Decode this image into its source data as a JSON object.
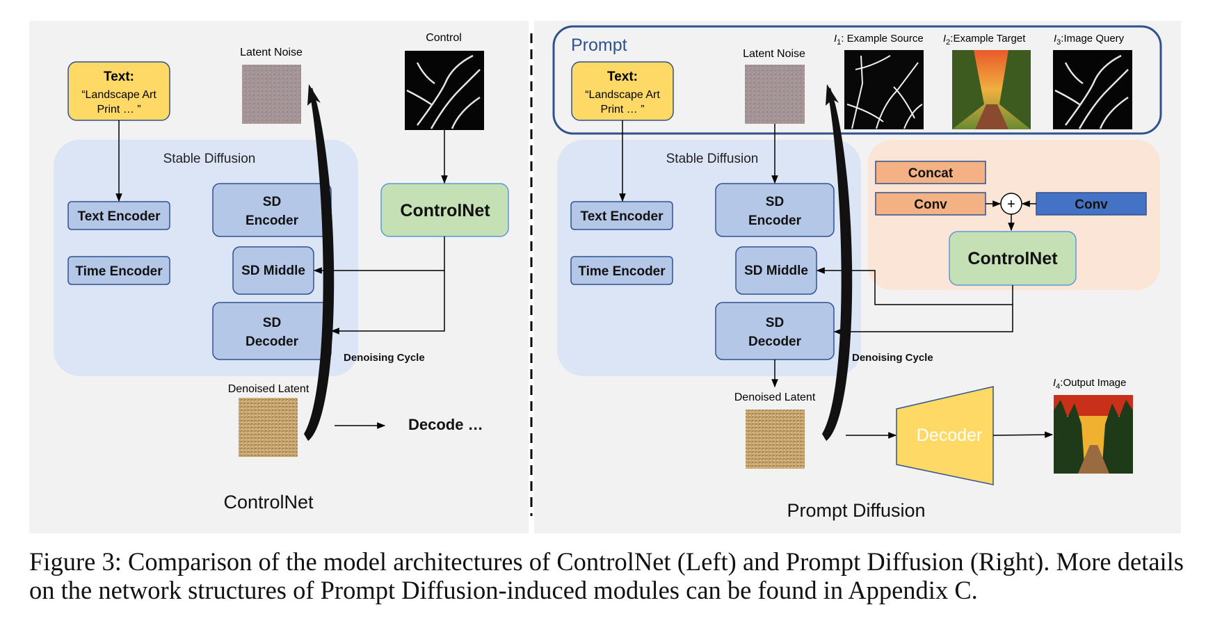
{
  "left": {
    "text_title": "Text:",
    "text_line1": "“Landscape Art",
    "text_line2": "Print … ”",
    "latent_noise": "Latent Noise",
    "control": "Control",
    "stable_diffusion": "Stable Diffusion",
    "text_encoder": "Text Encoder",
    "time_encoder": "Time Encoder",
    "sd_encoder": [
      "SD",
      "Encoder"
    ],
    "sd_middle": "SD Middle",
    "sd_decoder": [
      "SD",
      "Decoder"
    ],
    "controlnet": "ControlNet",
    "denoising_cycle": "Denoising Cycle",
    "denoised_latent": "Denoised Latent",
    "decode": "Decode …",
    "panel_title": "ControlNet"
  },
  "right": {
    "prompt": "Prompt",
    "text_title": "Text:",
    "text_line1": "“Landscape Art",
    "text_line2": "Print … ”",
    "latent_noise": "Latent Noise",
    "i1_label": "I",
    "i1_sub": "1",
    "i1_rest": ": Example Source",
    "i2_label": "I",
    "i2_sub": "2",
    "i2_rest": ":Example Target",
    "i3_label": "I",
    "i3_sub": "3",
    "i3_rest": ":Image Query",
    "stable_diffusion": "Stable Diffusion",
    "text_encoder": "Text Encoder",
    "time_encoder": "Time Encoder",
    "sd_encoder": [
      "SD",
      "Encoder"
    ],
    "sd_middle": "SD Middle",
    "sd_decoder": [
      "SD",
      "Decoder"
    ],
    "concat": "Concat",
    "conv_left": "Conv",
    "conv_right": "Conv",
    "plus": "+",
    "controlnet": "ControlNet",
    "denoising_cycle": "Denoising Cycle",
    "denoised_latent": "Denoised Latent",
    "decoder": "Decoder",
    "i4_label": "I",
    "i4_sub": "4",
    "i4_rest": ":Output Image",
    "panel_title": "Prompt Diffusion"
  },
  "caption": "Figure 3: Comparison of the model architectures of ControlNet (Left) and Prompt Diffusion (Right). More details on the network structures of Prompt Diffusion-induced modules can be found in Appendix C.",
  "colors": {
    "panel_bg": "#f2f2f2",
    "stable_diffusion_bg": "#dbe5f5",
    "text_box": "#ffd966",
    "sd_box": "#b4c7e7",
    "box_border": "#2f528f",
    "controlnet_box": "#c5e0b4",
    "controlnet_border": "#5b9bd5",
    "peach_bg": "#fbe5d6",
    "conv_orange": "#f4b183",
    "conv_blue": "#4472c4",
    "decoder_yellow": "#ffd966",
    "prompt_border": "#2f528f"
  }
}
